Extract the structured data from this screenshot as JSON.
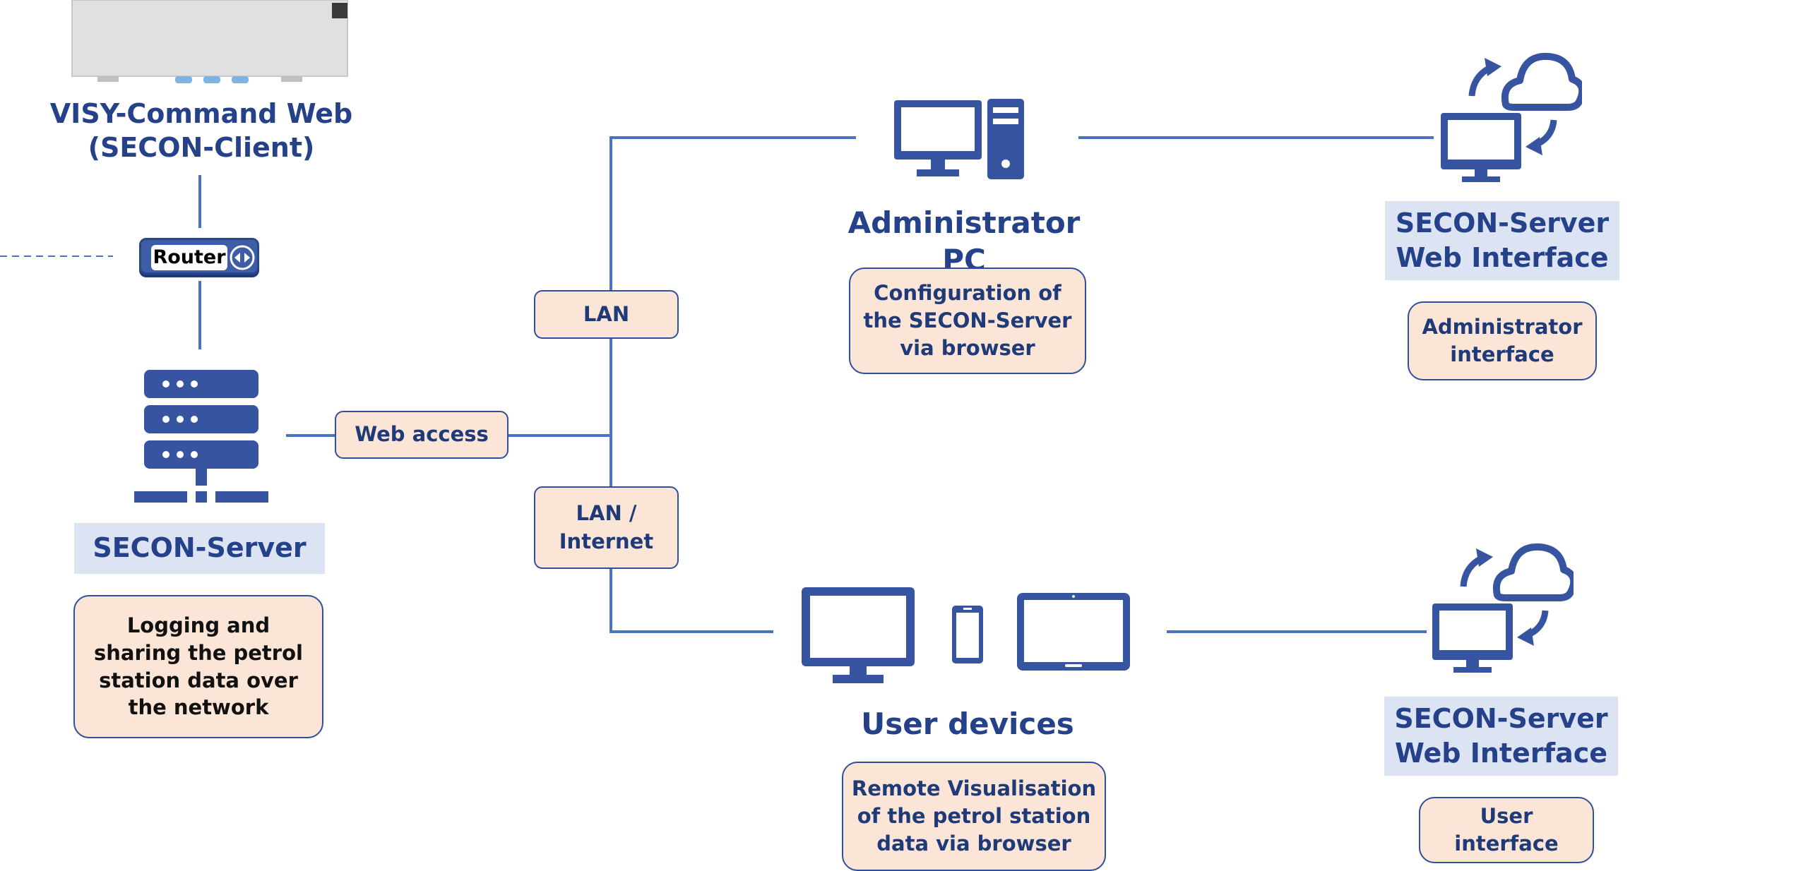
{
  "client": {
    "title": "VISY-Command Web\n(SECON-Client)"
  },
  "router": {
    "label": "Router"
  },
  "server": {
    "title": "SECON-Server",
    "description": "Logging and\nsharing the petrol\nstation data over\nthe network"
  },
  "connections": {
    "web_access": "Web access",
    "lan": "LAN",
    "lan_internet": "LAN /\nInternet"
  },
  "admin_pc": {
    "title": "Administrator PC",
    "description": "Configuration of\nthe SECON-Server\nvia browser"
  },
  "user_devices": {
    "title": "User devices",
    "description": "Remote Visualisation\nof the petrol station\ndata via browser"
  },
  "web_interface_admin": {
    "title": "SECON-Server\nWeb Interface",
    "description": "Administrator\ninterface"
  },
  "web_interface_user": {
    "title": "SECON-Server\nWeb Interface",
    "description": "User\ninterface"
  },
  "colors": {
    "icon_blue": "#3754a0",
    "line_blue": "#4a72c2",
    "title_blue": "#24418a",
    "box_fill": "#fbe5d6",
    "band_fill": "#dce4f3"
  },
  "icons": [
    "server-icon",
    "router-icon",
    "desktop-tower-icon",
    "monitor-icon",
    "smartphone-icon",
    "tablet-icon",
    "cloud-sync-icon"
  ]
}
